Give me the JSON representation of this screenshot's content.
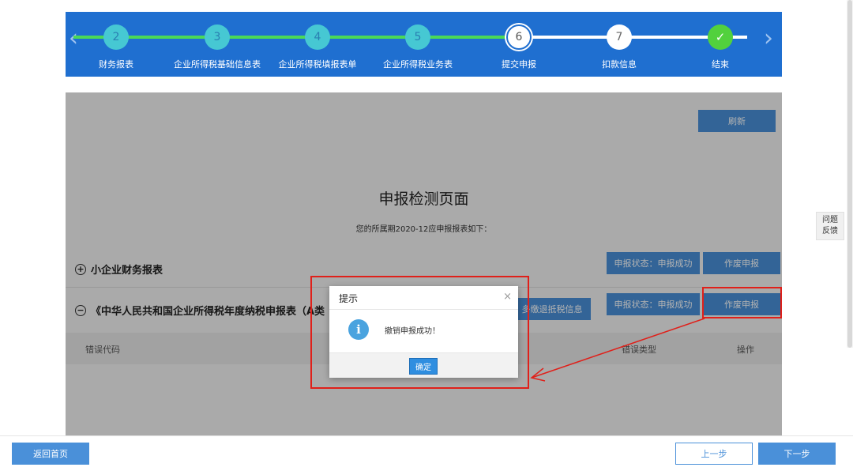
{
  "stepper": {
    "steps": [
      {
        "num": "2",
        "label": "财务报表",
        "state": "done"
      },
      {
        "num": "3",
        "label": "企业所得税基础信息表",
        "state": "done"
      },
      {
        "num": "4",
        "label": "企业所得税填报表单",
        "state": "done"
      },
      {
        "num": "5",
        "label": "企业所得税业务表",
        "state": "done"
      },
      {
        "num": "6",
        "label": "提交申报",
        "state": "current"
      },
      {
        "num": "7",
        "label": "扣款信息",
        "state": "todo"
      },
      {
        "num": "✓",
        "label": "结束",
        "state": "finish"
      }
    ]
  },
  "panel": {
    "refresh_label": "刷新",
    "heading": "申报检测页面",
    "subtext": "您的所属期2020-12应申报报表如下：",
    "sections": [
      {
        "expander": "+",
        "title": "小企业财务报表",
        "status_label": "申报状态：申报成功",
        "void_label": "作废申报"
      },
      {
        "expander": "−",
        "title": "《中华人民共和国企业所得税年度纳税申报表（A类",
        "extra_label": "多缴退抵税信息",
        "status_label": "申报状态：申报成功",
        "void_label": "作废申报"
      }
    ],
    "table_headers": {
      "error_code": "错误代码",
      "error_type": "错误类型",
      "action": "操作"
    }
  },
  "dialog": {
    "title": "提示",
    "close": "×",
    "icon_glyph": "i",
    "message": "撤销申报成功！",
    "ok_label": "确定"
  },
  "feedback": {
    "line1": "问题",
    "line2": "反馈"
  },
  "footer": {
    "home_label": "返回首页",
    "prev_label": "上一步",
    "next_label": "下一步"
  },
  "colors": {
    "primary": "#1f6fd0",
    "button": "#4a90d9",
    "progress": "#4ad957",
    "annotation": "#e0201a"
  }
}
